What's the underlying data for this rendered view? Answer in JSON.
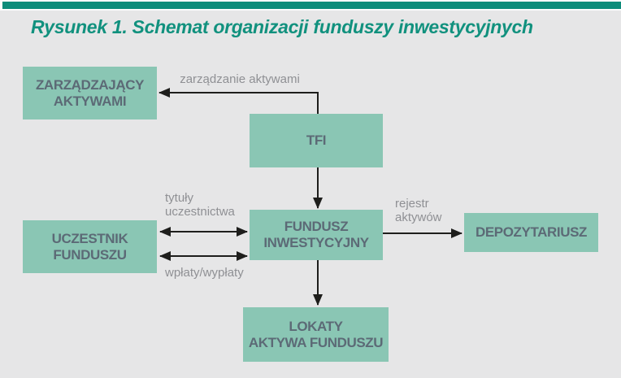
{
  "figure": {
    "title": "Rysunek 1. Schemat organizacji funduszy inwestycyjnych"
  },
  "colors": {
    "accent_bar": "#0d8c7a",
    "title_text": "#11917e",
    "node_fill": "#8ac6b4",
    "node_text": "#5c6a76",
    "edge_label_text": "#8f9094",
    "arrow": "#1e1e1c",
    "canvas_background": "#e6e6e7"
  },
  "diagram": {
    "nodes": [
      {
        "id": "zarzadzajacy-aktywami",
        "lines": [
          "ZARZĄDZAJĄCY",
          "AKTYWAMI"
        ]
      },
      {
        "id": "tfi",
        "lines": [
          "TFI"
        ]
      },
      {
        "id": "uczestnik-funduszu",
        "lines": [
          "UCZESTNIK",
          "FUNDUSZU"
        ]
      },
      {
        "id": "fundusz-inwestycyjny",
        "lines": [
          "FUNDUSZ",
          "INWESTYCYJNY"
        ]
      },
      {
        "id": "depozytariusz",
        "lines": [
          "DEPOZYTARIUSZ"
        ]
      },
      {
        "id": "lokaty-aktywa-funduszu",
        "lines": [
          "LOKATY",
          "AKTYWA FUNDUSZU"
        ]
      }
    ],
    "edges": [
      {
        "from": "TFI",
        "to": "ZARZĄDZAJĄCY AKTYWAMI",
        "direction": "one-way",
        "label_lines": [
          "zarządzanie aktywami"
        ]
      },
      {
        "from": "TFI",
        "to": "FUNDUSZ INWESTYCYJNY",
        "direction": "one-way",
        "label_lines": []
      },
      {
        "from": "UCZESTNIK FUNDUSZU",
        "to": "FUNDUSZ INWESTYCYJNY",
        "direction": "two-way",
        "label_lines": [
          "tytuły",
          "uczestnictwa"
        ]
      },
      {
        "from": "UCZESTNIK FUNDUSZU",
        "to": "FUNDUSZ INWESTYCYJNY",
        "direction": "two-way",
        "label_lines": [
          "wpłaty/wypłaty"
        ]
      },
      {
        "from": "FUNDUSZ INWESTYCYJNY",
        "to": "DEPOZYTARIUSZ",
        "direction": "one-way",
        "label_lines": [
          "rejestr",
          "aktywów"
        ]
      },
      {
        "from": "FUNDUSZ INWESTYCYJNY",
        "to": "LOKATY AKTYWA FUNDUSZU",
        "direction": "one-way",
        "label_lines": []
      }
    ]
  }
}
